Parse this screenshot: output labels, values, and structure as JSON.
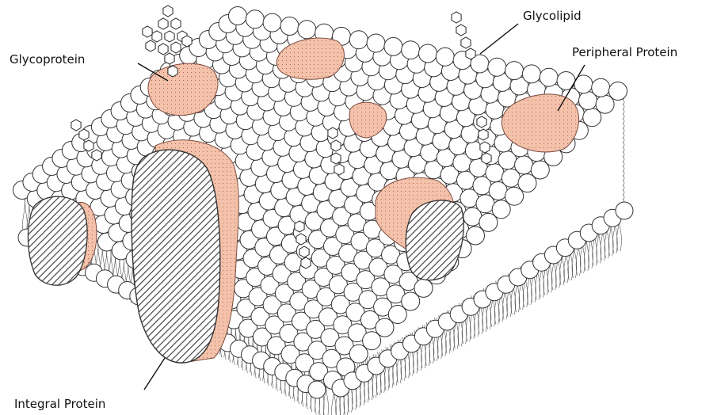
{
  "labels": {
    "glycoprotein": "Glycoprotein",
    "glycolipid": "Glycolipid",
    "peripheral_protein": "Peripheral Protein",
    "integral_protein": "Integral Protein"
  },
  "colors": {
    "protein_fill": "#f4c2ab",
    "protein_dots": "#b56a55",
    "head_stroke": "#333333",
    "hatch": "#444444",
    "tail": "#555555",
    "label_text": "#111111"
  },
  "icons": {
    "sugar_chain": "hexagon-chain-icon"
  }
}
